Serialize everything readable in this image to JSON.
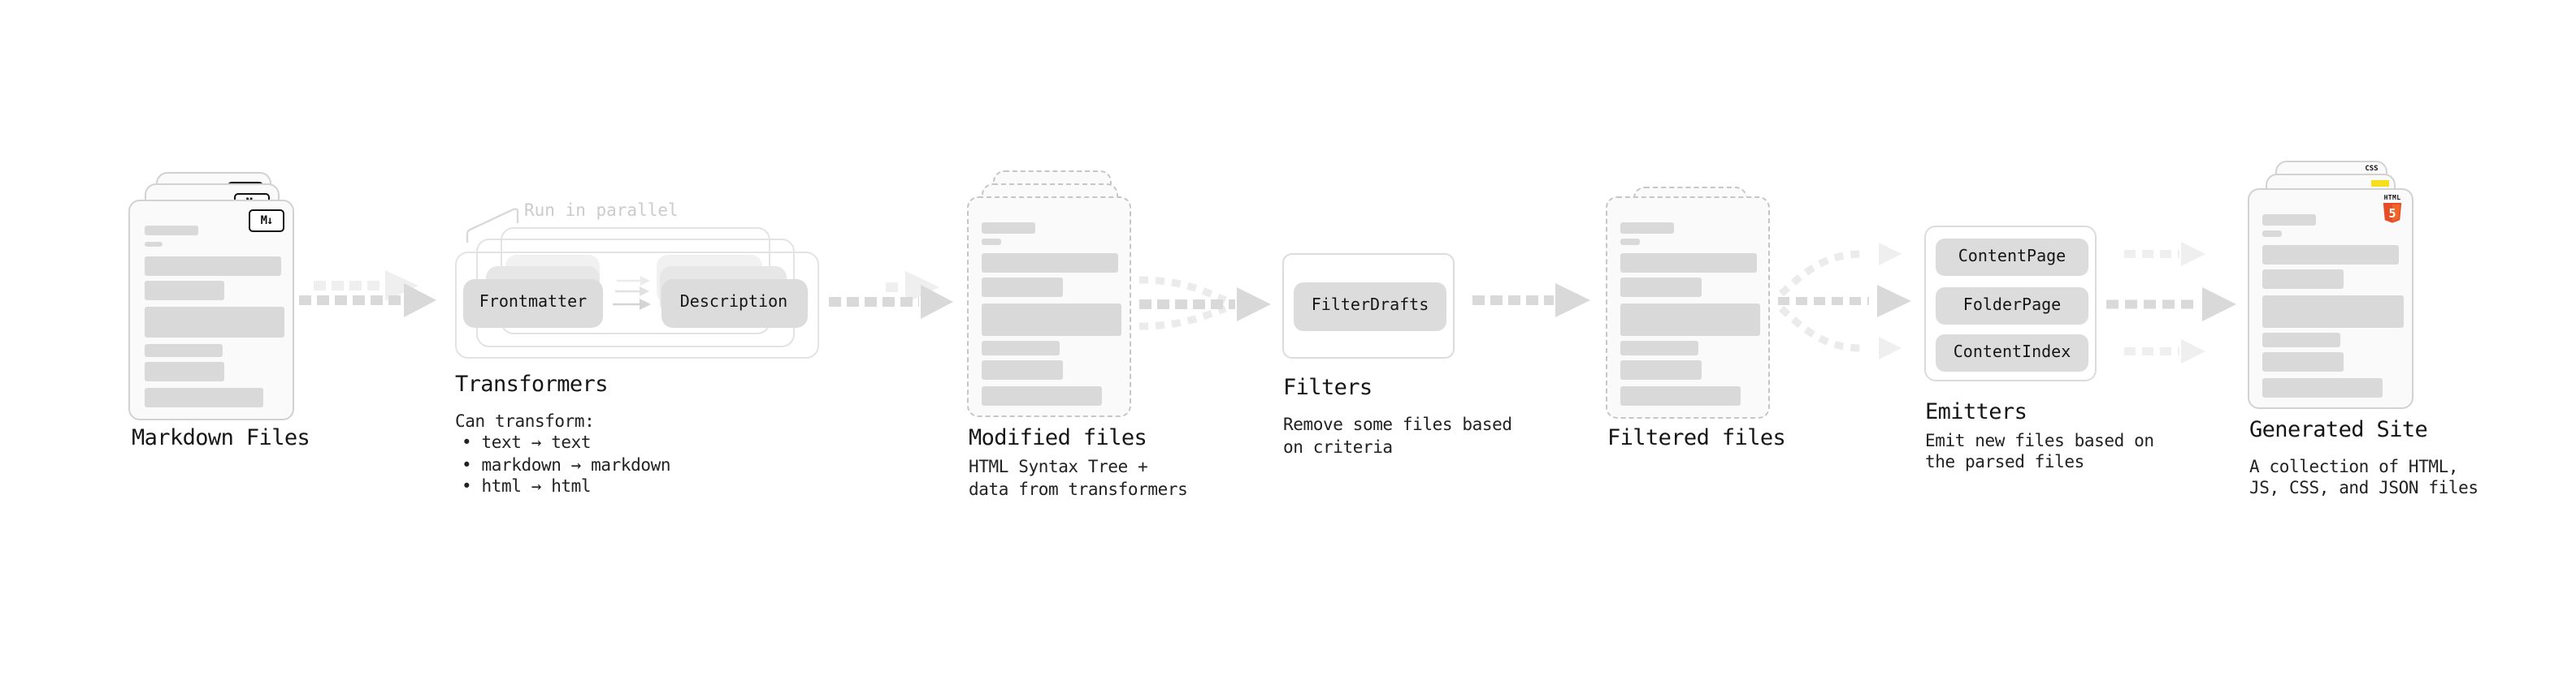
{
  "stages": {
    "markdown": {
      "title": "Markdown Files",
      "badge": "M↓"
    },
    "transformers": {
      "title": "Transformers",
      "callout": "Run in parallel",
      "pill_left": "Frontmatter",
      "pill_right": "Description",
      "desc_heading": "Can transform:",
      "bullets": [
        "• text → text",
        "• markdown → markdown",
        "• html → html"
      ]
    },
    "modified": {
      "title": "Modified files",
      "subtitle": [
        "HTML Syntax Tree +",
        "data from transformers"
      ]
    },
    "filters": {
      "title": "Filters",
      "pill": "FilterDrafts",
      "subtitle": [
        "Remove some files based",
        "on criteria"
      ]
    },
    "filtered": {
      "title": "Filtered files"
    },
    "emitters": {
      "title": "Emitters",
      "pills": [
        "ContentPage",
        "FolderPage",
        "ContentIndex"
      ],
      "subtitle": [
        "Emit new files based on",
        "the parsed files"
      ]
    },
    "generated": {
      "title": "Generated Site",
      "subtitle": [
        "A collection of HTML,",
        "JS, CSS, and JSON files"
      ],
      "badges": {
        "css": "CSS",
        "html_label": "HTML",
        "html_number": "5"
      }
    }
  },
  "colors": {
    "arrow": "#d9d9d9",
    "arrow_light": "#efefef",
    "pill": "#dcdcdc",
    "doc_line": "#d9d9d9",
    "html5_orange": "#e44d26",
    "js_yellow": "#f7df1e",
    "css_blue": "#2965f1",
    "callout_text": "#cbcbcb"
  }
}
